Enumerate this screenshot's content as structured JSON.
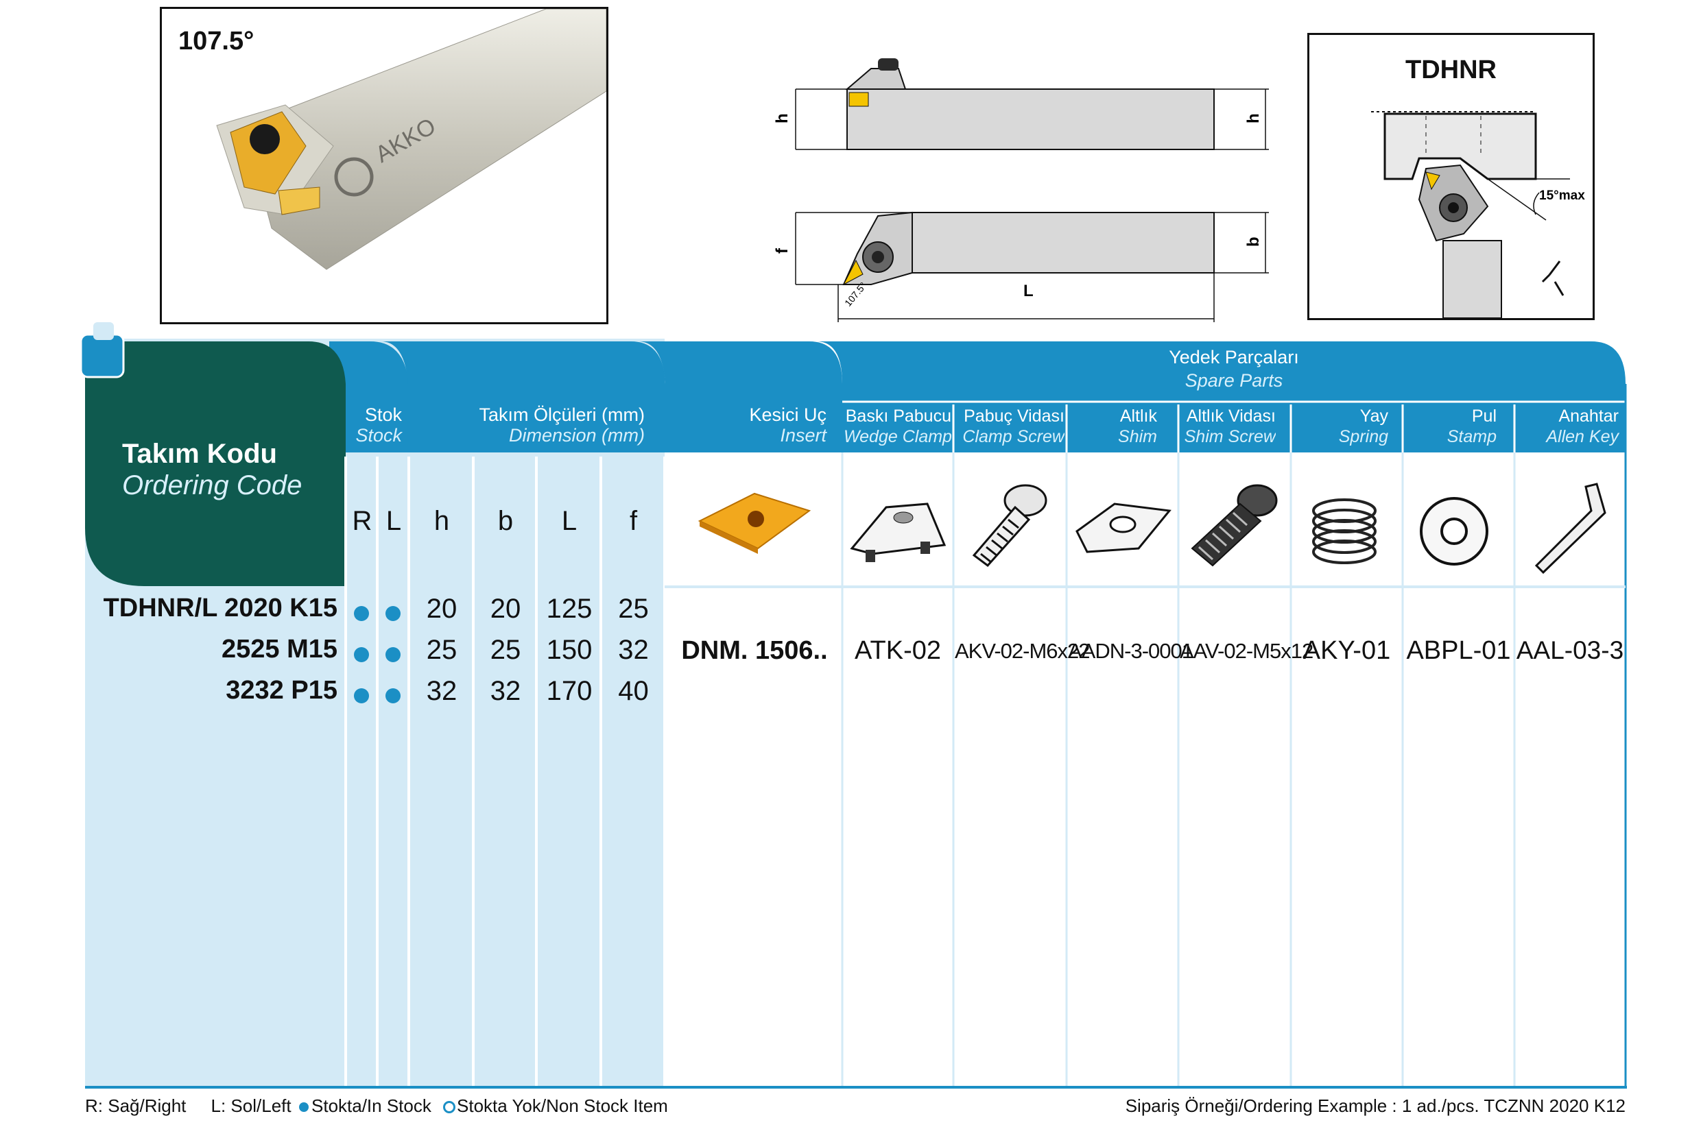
{
  "photo": {
    "angle": "107.5°",
    "brand": "AKKO"
  },
  "schematic": {
    "label_h": "h",
    "label_f": "f",
    "label_b": "b",
    "label_L": "L",
    "angle_mark": "107.5°"
  },
  "detail": {
    "title": "TDHNR",
    "max_angle": "15°max"
  },
  "header": {
    "ordering_code_tr": "Takım Kodu",
    "ordering_code_en": "Ordering Code",
    "stock_tr": "Stok",
    "stock_en": "Stock",
    "dimension_tr": "Takım Ölçüleri (mm)",
    "dimension_en": "Dimension (mm)",
    "insert_tr": "Kesici Uç",
    "insert_en": "Insert",
    "spare_tr": "Yedek Parçaları",
    "spare_en": "Spare Parts",
    "spare_columns": [
      {
        "tr": "Baskı Pabucu",
        "en": "Wedge Clamp"
      },
      {
        "tr": "Pabuç Vidası",
        "en": "Clamp Screw"
      },
      {
        "tr": "Altlık",
        "en": "Shim"
      },
      {
        "tr": "Altlık Vidası",
        "en": "Shim Screw"
      },
      {
        "tr": "Yay",
        "en": "Spring"
      },
      {
        "tr": "Pul",
        "en": "Stamp"
      },
      {
        "tr": "Anahtar",
        "en": "Allen Key"
      }
    ],
    "sub": {
      "R": "R",
      "L": "L",
      "h": "h",
      "b": "b",
      "Lcol": "L",
      "f": "f"
    }
  },
  "rows": [
    {
      "code": "TDHNR/L 2020 K15",
      "h": "20",
      "b": "20",
      "L": "125",
      "f": "25"
    },
    {
      "code": "2525 M15",
      "h": "25",
      "b": "25",
      "L": "150",
      "f": "32"
    },
    {
      "code": "3232 P15",
      "h": "32",
      "b": "32",
      "L": "170",
      "f": "40"
    }
  ],
  "insert_code": "DNM. 1506..",
  "parts": [
    "ATK-02",
    "AKV-02-M6x22",
    "AADN-3-0001",
    "AAV-02-M5x12",
    "AKY-01",
    "ABPL-01",
    "AAL-03-3"
  ],
  "footer": {
    "right_left": "R: Sağ/Right     L: Sol/Left",
    "in_stock": "Stokta/In Stock",
    "non_stock": "Stokta Yok/Non Stock Item",
    "example": "Sipariş Örneği/Ordering Example : 1 ad./pcs. TCZNN 2020 K12"
  },
  "colors": {
    "header_blue": "#1b8fc5",
    "light_blue": "#d3eaf6",
    "dark_green": "#0f5a4f",
    "insert_gold": "#f2a81d"
  }
}
